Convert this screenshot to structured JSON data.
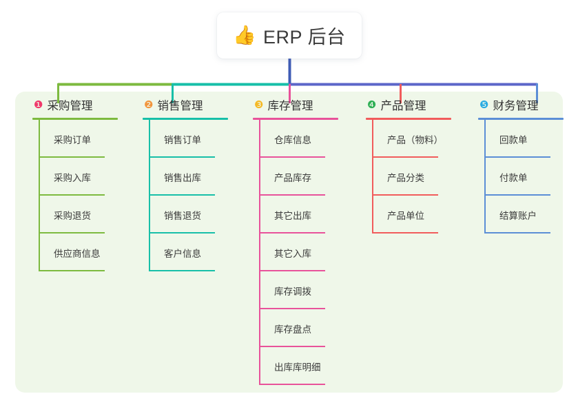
{
  "root": {
    "icon": "thumbs-up-icon",
    "emoji": "👍",
    "title": "ERP 后台"
  },
  "palette": {
    "panel_bg": "#EFF7E9",
    "card_bg": "#FFFFFF",
    "root_stem": "#3F5CB5",
    "bar_left_green": "#7DBA3F",
    "bar_teal": "#17BFA8",
    "bar_purple": "#5C66C9",
    "drop_green": "#7DBA3F",
    "drop_teal": "#17BFA8",
    "drop_pink": "#E8529A",
    "drop_red": "#F15B5B",
    "drop_blue": "#5B8ED6"
  },
  "columns": [
    {
      "index": 1,
      "badge": "❶",
      "badge_color": "#F0396B",
      "title": "采购管理",
      "accent": "#7DBA3F",
      "items": [
        "采购订单",
        "采购入库",
        "采购退货",
        "供应商信息"
      ]
    },
    {
      "index": 2,
      "badge": "❷",
      "badge_color": "#F2953C",
      "title": "销售管理",
      "accent": "#17BFA8",
      "items": [
        "销售订单",
        "销售出库",
        "销售退货",
        "客户信息"
      ]
    },
    {
      "index": 3,
      "badge": "❸",
      "badge_color": "#F5B924",
      "title": "库存管理",
      "accent": "#E8529A",
      "items": [
        "仓库信息",
        "产品库存",
        "其它出库",
        "其它入库",
        "库存调拨",
        "库存盘点",
        "出库库明细"
      ]
    },
    {
      "index": 4,
      "badge": "❹",
      "badge_color": "#2FAF55",
      "title": "产品管理",
      "accent": "#F15B5B",
      "items": [
        "产品（物料）",
        "产品分类",
        "产品单位"
      ]
    },
    {
      "index": 5,
      "badge": "❺",
      "badge_color": "#29ABE2",
      "title": "财务管理",
      "accent": "#5B8ED6",
      "items": [
        "回款单",
        "付款单",
        "结算账户"
      ]
    }
  ]
}
